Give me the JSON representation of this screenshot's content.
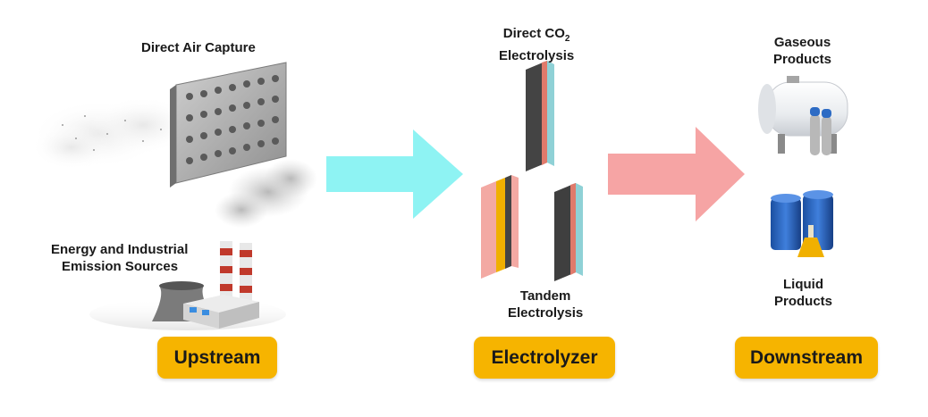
{
  "labels": {
    "direct_air_capture": "Direct Air Capture",
    "emission_line1": "Energy and Industrial",
    "emission_line2": "Emission Sources",
    "direct_co2_line1_prefix": "Direct CO",
    "direct_co2_line1_sub": "2",
    "direct_co2_line2": "Electrolysis",
    "tandem_line1": "Tandem",
    "tandem_line2": "Electrolysis",
    "gaseous_line1": "Gaseous",
    "gaseous_line2": "Products",
    "liquid_line1": "Liquid",
    "liquid_line2": "Products"
  },
  "stages": {
    "upstream": "Upstream",
    "electrolyzer": "Electrolyzer",
    "downstream": "Downstream"
  },
  "colors": {
    "stage_badge": "#f6b400",
    "arrow_upstream": "#8ef3f3",
    "arrow_downstream": "#f6a4a4"
  },
  "icons": [
    "cloud-icon",
    "dac-panel-icon",
    "factory-icon",
    "smoke-icon",
    "electrolyzer-stack-icon",
    "gas-tank-icon",
    "gas-cylinder-icon",
    "oil-drum-icon",
    "flask-icon"
  ]
}
